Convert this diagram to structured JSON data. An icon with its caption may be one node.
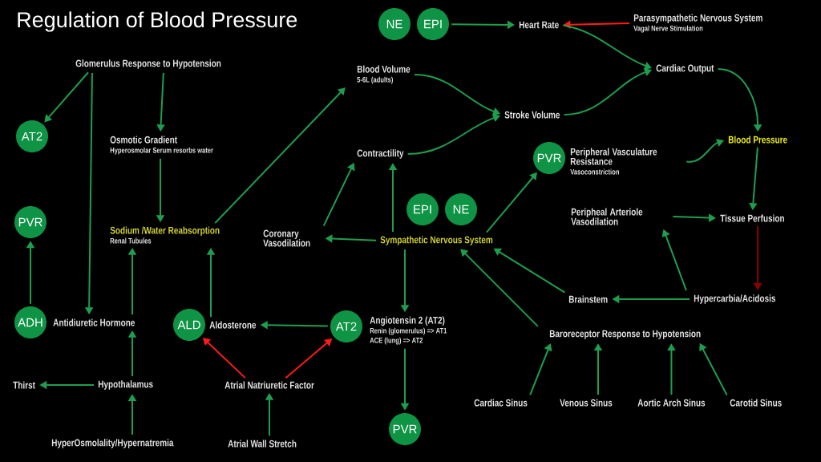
{
  "diagram": {
    "title": "Regulation of Blood Pressure",
    "nodes": [
      {
        "text": [
          "NE"
        ]
      },
      {
        "text": [
          "EPI"
        ]
      },
      {
        "text": [
          "Heart Rate"
        ]
      },
      {
        "text": [
          "Parasympathetic Nervous System",
          "Vagal Nerve Stimulation"
        ]
      },
      {
        "text": [
          "Glomerulus Response to Hypotension"
        ]
      },
      {
        "text": [
          "Blood Volume",
          "5-6L (adults)"
        ]
      },
      {
        "text": [
          "Cardiac Output"
        ]
      },
      {
        "text": [
          "AT2"
        ]
      },
      {
        "text": [
          "Osmotic Gradient",
          "Hyperosmolar Serum resorbs water"
        ]
      },
      {
        "text": [
          "Stroke Volume"
        ]
      },
      {
        "text": [
          "Contractility"
        ]
      },
      {
        "text": [
          "PVR"
        ]
      },
      {
        "text": [
          "Peripheral Vasculature Resistance",
          "Vasoconstriction"
        ]
      },
      {
        "text": [
          "Blood Pressure"
        ]
      },
      {
        "text": [
          "PVR"
        ]
      },
      {
        "text": [
          "Sodium /Water Reabsorption",
          "Renal Tubules"
        ]
      },
      {
        "text": [
          "Coronary Vasodilation"
        ]
      },
      {
        "text": [
          "EPI"
        ]
      },
      {
        "text": [
          "NE"
        ]
      },
      {
        "text": [
          "Sympathetic Nervous System"
        ]
      },
      {
        "text": [
          "Peripheal Arteriole Vasodilation"
        ]
      },
      {
        "text": [
          "Tissue Perfusion"
        ]
      },
      {
        "text": [
          "ADH"
        ]
      },
      {
        "text": [
          "Antidiuretic Hormone"
        ]
      },
      {
        "text": [
          "ALD"
        ]
      },
      {
        "text": [
          "Aldosterone"
        ]
      },
      {
        "text": [
          "AT2"
        ]
      },
      {
        "text": [
          "Angiotensin 2 (AT2)",
          "Renin (glomerulus) => AT1",
          "ACE (lung) => AT2"
        ]
      },
      {
        "text": [
          "Brainstem"
        ]
      },
      {
        "text": [
          "Hypercarbia/Acidosis"
        ]
      },
      {
        "text": [
          "Baroreceptor Response to Hypotension"
        ]
      },
      {
        "text": [
          "Thirst"
        ]
      },
      {
        "text": [
          "Hypothalamus"
        ]
      },
      {
        "text": [
          "Atrial Natriuretic Factor"
        ]
      },
      {
        "text": [
          "Cardiac Sinus"
        ]
      },
      {
        "text": [
          "Venous Sinus"
        ]
      },
      {
        "text": [
          "Aortic Arch Sinus"
        ]
      },
      {
        "text": [
          "Carotid Sinus"
        ]
      },
      {
        "text": [
          "PVR"
        ]
      },
      {
        "text": [
          "HyperOsmolality/Hypernatremia"
        ]
      },
      {
        "text": [
          "Atrial Wall Stretch"
        ]
      }
    ],
    "edges": [
      {
        "from": 1,
        "to": 2,
        "arrow": "to"
      },
      {
        "from": 3,
        "to": 2,
        "arrow": "to",
        "color": "#ff1a1a"
      },
      {
        "from": 2,
        "to": 6,
        "arrow": "to"
      },
      {
        "from": 5,
        "to": 9,
        "arrow": "to"
      },
      {
        "from": 10,
        "to": 9,
        "arrow": "to"
      },
      {
        "from": 9,
        "to": 6,
        "arrow": "to"
      },
      {
        "from": 6,
        "to": 13,
        "arrow": "to"
      },
      {
        "from": 12,
        "to": 13,
        "arrow": "to"
      },
      {
        "from": 13,
        "to": 21,
        "arrow": "to"
      },
      {
        "from": 4,
        "to": 7,
        "arrow": "to"
      },
      {
        "from": 4,
        "to": 23,
        "arrow": "to"
      },
      {
        "from": 4,
        "to": 8,
        "arrow": "to"
      },
      {
        "from": 8,
        "to": 15,
        "arrow": "to"
      },
      {
        "from": 15,
        "to": 5,
        "arrow": "to"
      },
      {
        "from": 16,
        "to": 10,
        "arrow": "to"
      },
      {
        "from": 19,
        "to": 10,
        "arrow": "to"
      },
      {
        "from": 19,
        "to": 11,
        "arrow": "to"
      },
      {
        "from": 19,
        "to": 16,
        "arrow": "to"
      },
      {
        "from": 19,
        "to": 27,
        "arrow": "to"
      },
      {
        "from": 30,
        "to": 19,
        "arrow": "to"
      },
      {
        "from": 28,
        "to": 19,
        "arrow": "to"
      },
      {
        "from": 29,
        "to": 28,
        "arrow": "to"
      },
      {
        "from": 29,
        "to": 20,
        "arrow": "to"
      },
      {
        "from": 20,
        "to": 21,
        "arrow": "to"
      },
      {
        "from": 21,
        "to": 29,
        "arrow": "to",
        "color": "#8b0000"
      },
      {
        "from": 22,
        "to": 14,
        "arrow": "to"
      },
      {
        "from": 32,
        "to": 23,
        "arrow": "to"
      },
      {
        "from": 23,
        "to": 15,
        "arrow": "to"
      },
      {
        "from": 25,
        "to": 15,
        "arrow": "to"
      },
      {
        "from": 26,
        "to": 25,
        "arrow": "to"
      },
      {
        "from": 33,
        "to": 24,
        "arrow": "to",
        "color": "#ff1a1a"
      },
      {
        "from": 33,
        "to": 26,
        "arrow": "to",
        "color": "#ff1a1a"
      },
      {
        "from": 40,
        "to": 33,
        "arrow": "to"
      },
      {
        "from": 39,
        "to": 32,
        "arrow": "to"
      },
      {
        "from": 32,
        "to": 31,
        "arrow": "to"
      },
      {
        "from": 27,
        "to": 38,
        "arrow": "to"
      },
      {
        "from": 34,
        "to": 30,
        "arrow": "to"
      },
      {
        "from": 35,
        "to": 30,
        "arrow": "to"
      },
      {
        "from": 36,
        "to": 30,
        "arrow": "to"
      },
      {
        "from": 37,
        "to": 30,
        "arrow": "to"
      }
    ]
  }
}
